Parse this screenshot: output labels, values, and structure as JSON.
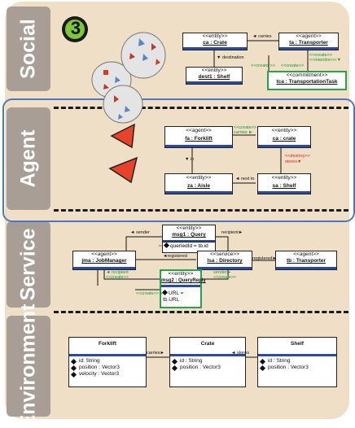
{
  "layers": {
    "social": "Social",
    "agent": "Agent",
    "service": "Service",
    "environment": "Environment"
  },
  "social": {
    "badge": "3",
    "ca": {
      "stereo": "<<entity>>",
      "name": "ca : Crate"
    },
    "ta": {
      "stereo": "<<agent>>",
      "name": "ta : Transporter"
    },
    "dest1": {
      "stereo": "<<entity>>",
      "name": "dest1 : Shelf"
    },
    "tca": {
      "stereo": "<<commitment>>",
      "name": "tca : TransportationTask"
    },
    "carries": "◄ carries",
    "destination": "▼ destination",
    "creator": "<<creator>>",
    "creates": "<<create>>",
    "intention": "<<intention>>▼"
  },
  "agent": {
    "fa": {
      "stereo": "<<agent>>",
      "name": "fa : Forklift"
    },
    "ca": {
      "stereo": "<<entity>>",
      "name": "ca : crate"
    },
    "za": {
      "stereo": "<<entity>>",
      "name": "za : Aisle"
    },
    "sa": {
      "stereo": "<<entity>>",
      "name": "sa : Shelf"
    },
    "create": "<<create>>",
    "carries": "carries ►",
    "in": "▼ in",
    "destroy": "<<destroy>>",
    "stores": "stores▼",
    "nextto": "◄ next to"
  },
  "service": {
    "msg1": {
      "stereo": "<<entity>>",
      "name": "msg1 : Query"
    },
    "jma": {
      "stereo": "<<agent>>",
      "name": "jma : JobManager"
    },
    "lsa": {
      "stereo": "<<service>>",
      "name": "lsa : Directory"
    },
    "tb": {
      "stereo": "<<agent>>",
      "name": "tb : Transporter"
    },
    "msg2": {
      "stereo": "<<entity>>",
      "name": "msg2 : QueryReply"
    },
    "note1": "queriedId = tb.id",
    "note2": "URL = tb.URL",
    "sender": "◄ sender",
    "recipient_top": "recipient►",
    "registered1": "◄registered",
    "registered2": "registered►",
    "recipient_bottom": "◄ recipient",
    "create1": "<<create>>",
    "sender2": "sender►",
    "create2": "<<create>>",
    "create3": "<<create>>►"
  },
  "environment": {
    "forklift": {
      "name": "Forklift",
      "attrs": [
        "id: String",
        "position : Vector3",
        "velocity : Vector3"
      ]
    },
    "crate": {
      "name": "Crate",
      "attrs": [
        "id : String",
        "position : Vector3"
      ]
    },
    "shelf": {
      "name": "Shelf",
      "attrs": [
        "id : String",
        "position : Vector3"
      ]
    },
    "carries": "carries►",
    "stores": "◄ stores"
  }
}
